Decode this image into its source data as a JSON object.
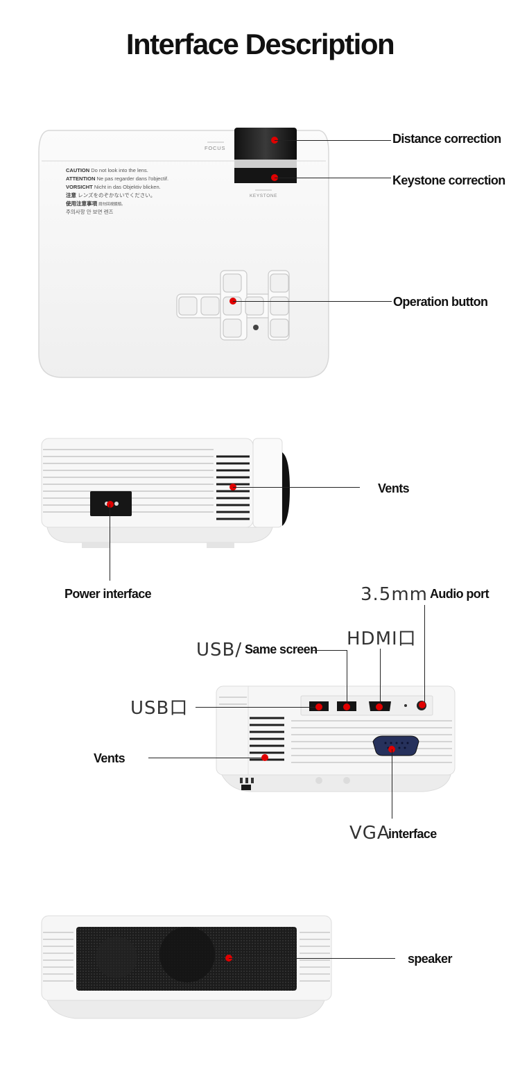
{
  "title": "Interface Description",
  "device": {
    "focus_label": "FOCUS",
    "keystone_label": "KEYSTONE",
    "caution_lines": [
      {
        "bold": "CAUTION",
        "text": "Do not look into the lens."
      },
      {
        "bold": "ATTENTION",
        "text": "Ne pas regarder dans l'objectif."
      },
      {
        "bold": "VORSICHT",
        "text": "Nicht in das Objektiv blicken."
      },
      {
        "bold": "注意",
        "text": "レンズをのぞかないでください。"
      },
      {
        "bold": "使用注意事項",
        "text": "請勿回視鏡頭。"
      },
      {
        "bold": "주의사항",
        "text": "안 보면 렌즈"
      }
    ]
  },
  "labels": {
    "distance_correction": "Distance correction",
    "keystone_correction": "Keystone correction",
    "operation_button": "Operation button",
    "vents_side": "Vents",
    "power_interface": "Power interface",
    "audio_size": "3.5mm",
    "audio_port": "Audio port",
    "hdmi": "HDMI口",
    "usb_prefix": "USB/",
    "same_screen": "Same screen",
    "usb_port": "USB口",
    "vents_back": "Vents",
    "vga_prefix": "VGA",
    "vga_suffix": "interface",
    "speaker": "speaker"
  },
  "colors": {
    "marker": "#e00000",
    "body": "#f4f4f4",
    "dark": "#1a1a1a"
  }
}
